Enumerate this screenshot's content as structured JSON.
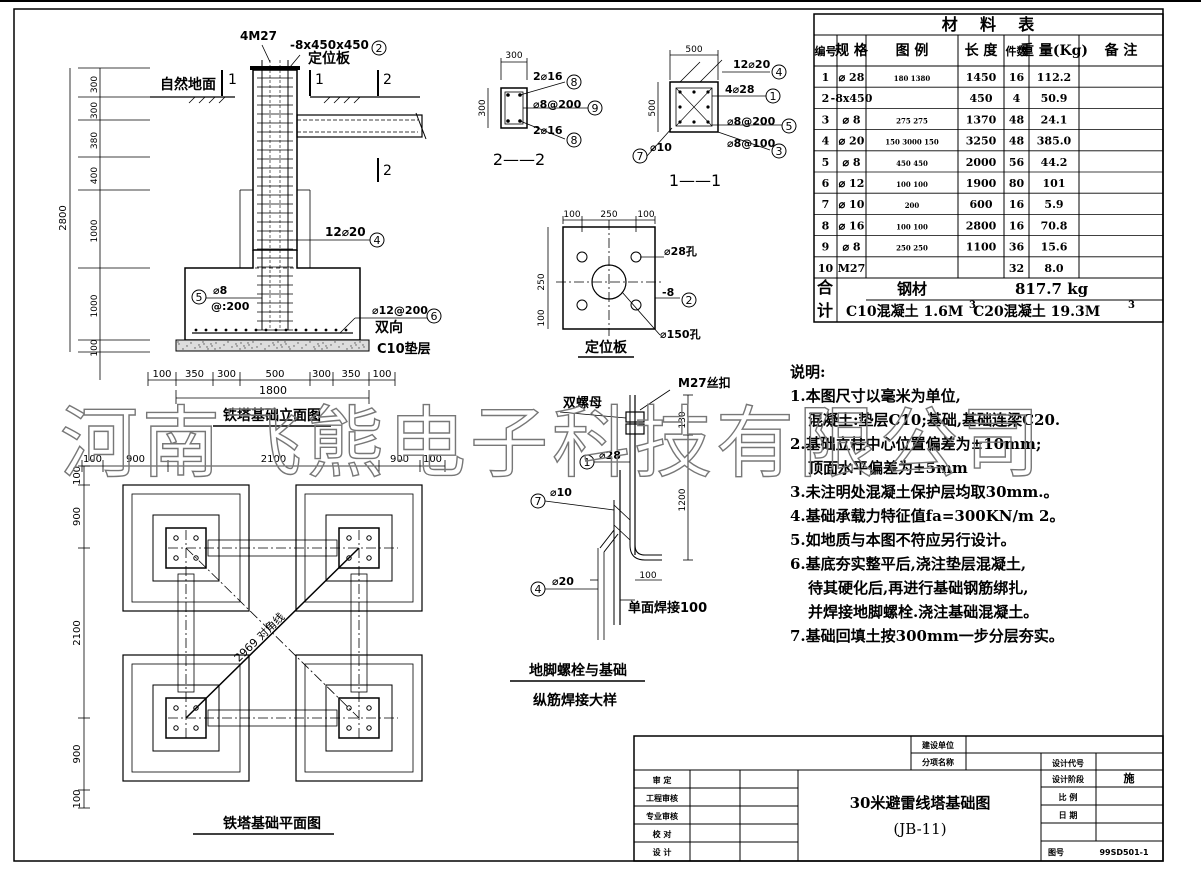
{
  "elevation": {
    "title": "铁塔基础立面图",
    "ground_label": "自然地面",
    "sec1": "1",
    "sec2": "2",
    "anchor": "4M27",
    "plate": "-8x450x450",
    "plate_label": "定位板",
    "plate_no": "2",
    "rebar_4": "12⌀20",
    "rebar_4_no": "4",
    "stirrup_5a": "⌀8",
    "stirrup_5b": "@:200",
    "stirrup_5_no": "5",
    "mesh": "⌀12@200",
    "mesh_no": "6",
    "two_way": "双向",
    "pad": "C10垫层",
    "vdims": [
      "300",
      "300",
      "380",
      "400",
      "1000",
      "1000",
      "100"
    ],
    "vtotal": "2800",
    "hdims": [
      "100",
      "350",
      "300",
      "500",
      "300",
      "350",
      "100"
    ],
    "htotal": "1800"
  },
  "section22": {
    "title": "2——2",
    "w": "300",
    "h": "300",
    "top": "2⌀16",
    "top_no": "8",
    "stir": "⌀8@200",
    "stir_no": "9",
    "bot": "2⌀16",
    "bot_no": "8"
  },
  "section11": {
    "title": "1——1",
    "w": "500",
    "h": "500",
    "r1": "12⌀20",
    "r1_no": "4",
    "r2": "4⌀28",
    "r2_no": "1",
    "r3": "⌀8@200",
    "r3_no": "5",
    "r4": "⌀8@100",
    "r4_no": "3",
    "r5": "⌀10",
    "r5_no": "7"
  },
  "plate_detail": {
    "title": "定位板",
    "d1": "100",
    "d2": "250",
    "d3": "100",
    "hole28": "⌀28孔",
    "thick": "-8",
    "no": "2",
    "hole150": "⌀150孔",
    "v1": "250",
    "v2": "100"
  },
  "bolt_detail": {
    "title1": "地脚螺栓与基础",
    "title2": "纵筋焊接大样",
    "nut": "M27丝扣",
    "double_nut": "双螺母",
    "r1": "⌀28",
    "r1_no": "1",
    "r7": "⌀10",
    "r7_no": "7",
    "r4": "⌀20",
    "r4_no": "4",
    "d130": "130",
    "d1200": "1200",
    "d100": "100",
    "weld": "单面焊接100"
  },
  "plan": {
    "title": "铁塔基础平面图",
    "hdims": [
      "100",
      "900",
      "2100",
      "900",
      "100"
    ],
    "vdims": [
      "100",
      "900",
      "2100",
      "900",
      "100"
    ],
    "diag": "2969 对角线"
  },
  "table": {
    "title": "材    料    表",
    "headers": [
      "编号",
      "规 格",
      "图 例",
      "长 度",
      "件数",
      "重 量(Kg)",
      "备 注"
    ],
    "rows": [
      [
        "1",
        "⌀ 28",
        "180 1380",
        "1450",
        "16",
        "112.2",
        ""
      ],
      [
        "2",
        "-8x450",
        "",
        "450",
        "4",
        "50.9",
        ""
      ],
      [
        "3",
        "⌀ 8",
        "275 275",
        "1370",
        "48",
        "24.1",
        ""
      ],
      [
        "4",
        "⌀ 20",
        "150 3000 150",
        "3250",
        "48",
        "385.0",
        ""
      ],
      [
        "5",
        "⌀ 8",
        "450 450",
        "2000",
        "56",
        "44.2",
        ""
      ],
      [
        "6",
        "⌀ 12",
        "100 100",
        "1900",
        "80",
        "101",
        ""
      ],
      [
        "7",
        "⌀ 10",
        "200",
        "600",
        "16",
        "5.9",
        ""
      ],
      [
        "8",
        "⌀ 16",
        "100 100",
        "2800",
        "16",
        "70.8",
        ""
      ],
      [
        "9",
        "⌀ 8",
        "250 250",
        "1100",
        "36",
        "15.6",
        ""
      ],
      [
        "10",
        "M27",
        "",
        "",
        "32",
        "8.0",
        ""
      ]
    ],
    "total_label_a": "合",
    "total_label_b": "计",
    "steel_label": "钢材",
    "steel_value": "817.7 kg",
    "concrete": "C10混凝土 1.6M  C20混凝土 19.3M",
    "sup3a": "3",
    "sup3b": "3"
  },
  "notes": {
    "title": "说明:",
    "lines": [
      "1.本图尺寸以毫米为单位,",
      "混凝土:垫层C10;基础,基础连梁C20.",
      "2.基础立柱中心位置偏差为±10mm;",
      "顶面水平偏差为±5mm",
      "3.未注明处混凝土保护层均取30mm.。",
      "4.基础承载力特征值fa=300KN/m 2。",
      "5.如地质与本图不符应另行设计。",
      "6.基底夯实整平后,浇注垫层混凝土,",
      "待其硬化后,再进行基础钢筋绑扎,",
      "并焊接地脚螺栓.浇注基础混凝土。",
      "7.基础回填土按300mm一步分层夯实。"
    ]
  },
  "title_block": {
    "r1": "建设单位",
    "r2": "分项名称",
    "design_code": "设计代号",
    "design_stage": "设计阶段",
    "stage_value": "施",
    "scale": "比 例",
    "date": "日 期",
    "drawing_no": "图号",
    "drawing_value": "99SD501-1",
    "roles": [
      "审 定",
      "工程审核",
      "专业审核",
      "校 对",
      "设 计"
    ],
    "name": "30米避雷线塔基础图",
    "code": "(JB-11)"
  },
  "watermark": "河南飞熊电子科技有限公司"
}
